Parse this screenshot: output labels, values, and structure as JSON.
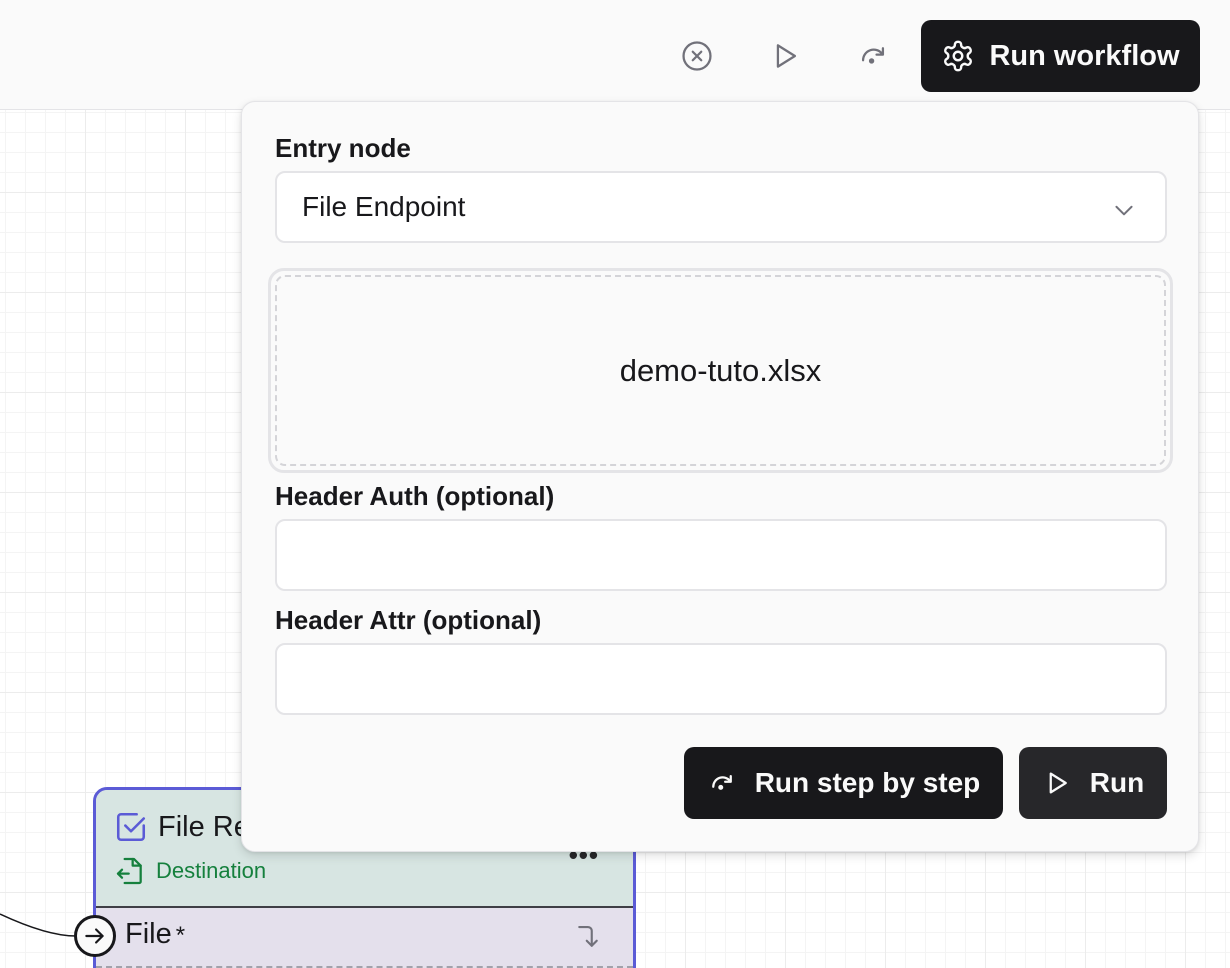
{
  "toolbar": {
    "icons": [
      "stop-circle-icon",
      "play-icon",
      "redo-step-icon"
    ],
    "run_workflow_label": "Run workflow",
    "run_workflow_icon": "gear-icon"
  },
  "node": {
    "title": "File Re",
    "type_label": "Destination",
    "port_label": "File",
    "port_required_mark": "*",
    "colors": {
      "border": "#5b5bd6",
      "header": "#d7e5e2",
      "destination": "#15803d"
    }
  },
  "popover": {
    "entry_node_label": "Entry node",
    "entry_node_value": "File Endpoint",
    "file_name": "demo-tuto.xlsx",
    "header_auth_label": "Header Auth (optional)",
    "header_auth_value": "",
    "header_attr_label": "Header Attr (optional)",
    "header_attr_value": "",
    "run_step_label": "Run step by step",
    "run_label": "Run"
  }
}
